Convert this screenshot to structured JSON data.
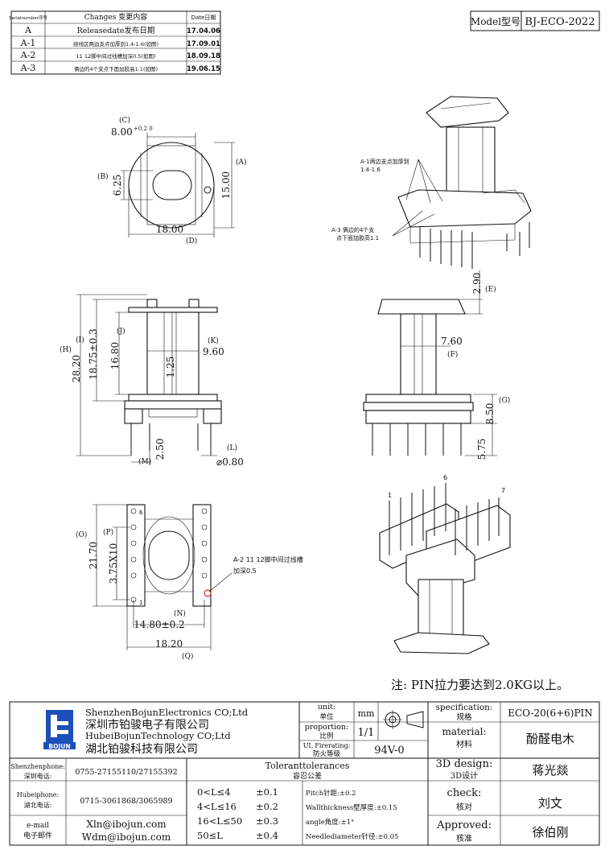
{
  "revisions": {
    "headers": [
      "Serialnumber序号",
      "Changes 变更内容",
      "Date日期"
    ],
    "rows": [
      [
        "A",
        "Releasedate发布日期",
        "17.04.06"
      ],
      [
        "A-1",
        "绕线区两边支点加厚到1.4-1.6(如图)",
        "17.09.01"
      ],
      [
        "A-2",
        "11 12脚中间过线槽加深0.5(如图)",
        "18.09.18"
      ],
      [
        "A-3",
        "俩边的4个支点下面加胶高1.1(如图)",
        "19.06.15"
      ]
    ]
  },
  "model": {
    "label": "Model型号",
    "value": "BJ-ECO-2022"
  },
  "top_view": {
    "c_label": "(C)",
    "c_value": "8.00",
    "c_tol": "+0.2 0",
    "b_label": "(B)",
    "b_value": "6.25",
    "a_label": "(A)",
    "a_value": "15.00",
    "d_value": "18.00",
    "d_label": "(D)"
  },
  "iso_notes": {
    "a1": [
      "A-1两边支点加厚到",
      "1.4-1.6"
    ],
    "a3": [
      "A-3 俩边的4个支",
      "点下面加胶高1.1"
    ]
  },
  "front_view": {
    "h_label": "(H)",
    "h_value": "28.20",
    "i_label": "(I)",
    "i_value": "18.75±0.3",
    "j_label": "(J)",
    "j_value": "16.80",
    "k_label": "(K)",
    "k_value": "9.60",
    "center_value": "1.25",
    "m_label": "(M)",
    "m_value": "2.50",
    "l_label": "(L)",
    "l_value": "⌀0.80"
  },
  "side_view": {
    "e_value": "2.90",
    "e_label": "(E)",
    "f_value": "7.60",
    "f_label": "(F)",
    "g_label": "(G)",
    "g_value": "8.50",
    "pin_value": "5.75"
  },
  "bottom_view": {
    "o_label": "(O)",
    "o_value": "21.70",
    "p_label": "(P)",
    "p_value": "3.75X10",
    "n_label": "(N)",
    "n_value": "14.80±0.2",
    "q_value": "18.20",
    "q_label": "(Q)",
    "pin6": "6",
    "pin1": "1",
    "note": [
      "A-2 11 12脚中间过线槽",
      "加深0.5"
    ]
  },
  "pin_iso": {
    "pin1": "1",
    "pin6": "6",
    "pin7": "7"
  },
  "pin_note": "注: PIN拉力要达到2.0KG以上。",
  "title_block": {
    "company_en_1": "ShenzhenBojunElectronics CO;Ltd",
    "company_cn_1": "深圳市铂骏电子有限公司",
    "company_en_2": "HubeiBojunTechnology CO;Ltd",
    "company_cn_2": "湖北铂骏科技有限公司",
    "logo_text": "BOJUN",
    "unit_label": "unit:",
    "unit_label_cn": "单位",
    "unit_value": "mm",
    "proportion_label": "proportion:",
    "proportion_label_cn": "比例",
    "proportion_value": "1/1",
    "ul_label": "UL Firerating:",
    "ul_label_cn": "防火等级",
    "ul_value": "94V-0",
    "spec_label": "specification:",
    "spec_label_cn": "规格",
    "spec_value": "ECO-20(6+6)PIN",
    "material_label": "material:",
    "material_label_cn": "材料",
    "material_value": "酚醛电木",
    "design_label": "3D design:",
    "design_label_cn": "3D设计",
    "design_value": "蒋光燚",
    "check_label": "check:",
    "check_label_cn": "核对",
    "check_value": "刘文",
    "approved_label": "Approved:",
    "approved_label_cn": "核准",
    "approved_value": "徐伯刚",
    "sz_phone_label": "Shenzhenphone:",
    "sz_phone_label_cn": "深圳电话:",
    "sz_phone_value": "0755-27155110/27155392",
    "hb_phone_label": "Hubeiphone:",
    "hb_phone_label_cn": "湖北电话:",
    "hb_phone_value": "0715-3061868/3065989",
    "email_label": "e-mail",
    "email_label_cn": "电子邮件",
    "email_1": "Xln@ibojun.com",
    "email_2": "Wdm@ibojun.com",
    "tol_title": "Toleranttolerances",
    "tol_title_cn": "容忍公差",
    "tol_rows": [
      [
        "0<L≤4",
        "±0.1"
      ],
      [
        "4<L≤16",
        "±0.2"
      ],
      [
        "16<L≤50",
        "±0.3"
      ],
      [
        "50≤L",
        "±0.4"
      ]
    ],
    "pitch": "Pitch针距:±0.2",
    "wall": "Wallthickness壁厚度:±0.15",
    "angle": "angle角度:±1°",
    "needle": "Needlediameter针径:±0.05"
  }
}
